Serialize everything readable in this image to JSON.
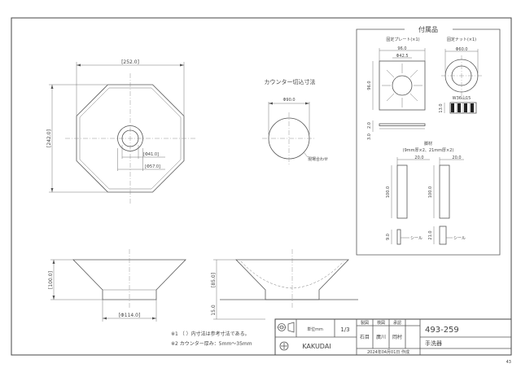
{
  "main_view": {
    "width_dim": "[252.0]",
    "height_dim": "[242.0]",
    "hole_dim_1": "[Φ41.0]",
    "hole_dim_2": "[Φ57.0]"
  },
  "cutout": {
    "title": "カウンター切込寸法",
    "diameter": "Φ90.0",
    "note": "現場合わせ"
  },
  "accessories": {
    "title": "付属品",
    "plate_title": "固定プレート(×1)",
    "plate_width": "96.0",
    "plate_inner": "Φ42.5",
    "plate_height": "96.0",
    "plate_thk_1": "2.0",
    "plate_thk_2": "3.0",
    "nut_title": "固定ナット(×1)",
    "nut_dia": "Φ60.0",
    "nut_thread": "W36山15",
    "nut_height": "13.0",
    "spacer_title": "脚材",
    "spacer_note": "(9mm厚×2、21mm厚×2)",
    "spacer_w1": "20.0",
    "spacer_w2": "20.0",
    "spacer_h1": "100.0",
    "spacer_h2": "100.0",
    "spacer_t1": "9.0",
    "spacer_t2": "21.0",
    "seal_label_1": "シール",
    "seal_label_2": "シール"
  },
  "elevation": {
    "height_dim": "[100.0]",
    "base_dim": "[Φ114.0]"
  },
  "section": {
    "height_dim": "[85.0]",
    "base_dim": "15.0"
  },
  "notes": {
    "note1": "※1 （ ）内寸法は参考寸法である。",
    "note2": "※2 カウンター厚み：5mm〜35mm"
  },
  "title_block": {
    "unit": "単位mm",
    "scale": "1/3",
    "header_labels": [
      "製図",
      "検図",
      "承認"
    ],
    "names": [
      "石目",
      "廣川",
      "岡村"
    ],
    "product_code": "493-259",
    "product_name": "手洗器",
    "date": "2024年04月01日 作成",
    "brand": "KAKUDAI"
  },
  "page_number": "43"
}
